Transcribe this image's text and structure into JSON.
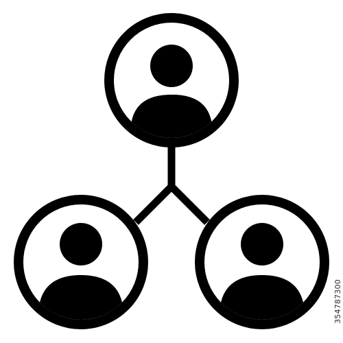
{
  "icon": {
    "name": "team-network-icon",
    "nodes": [
      {
        "name": "top-person-node"
      },
      {
        "name": "bottom-left-person-node"
      },
      {
        "name": "bottom-right-person-node"
      }
    ]
  },
  "stock_id": "354787300",
  "colors": {
    "ink": "#000000",
    "background": "#ffffff"
  }
}
